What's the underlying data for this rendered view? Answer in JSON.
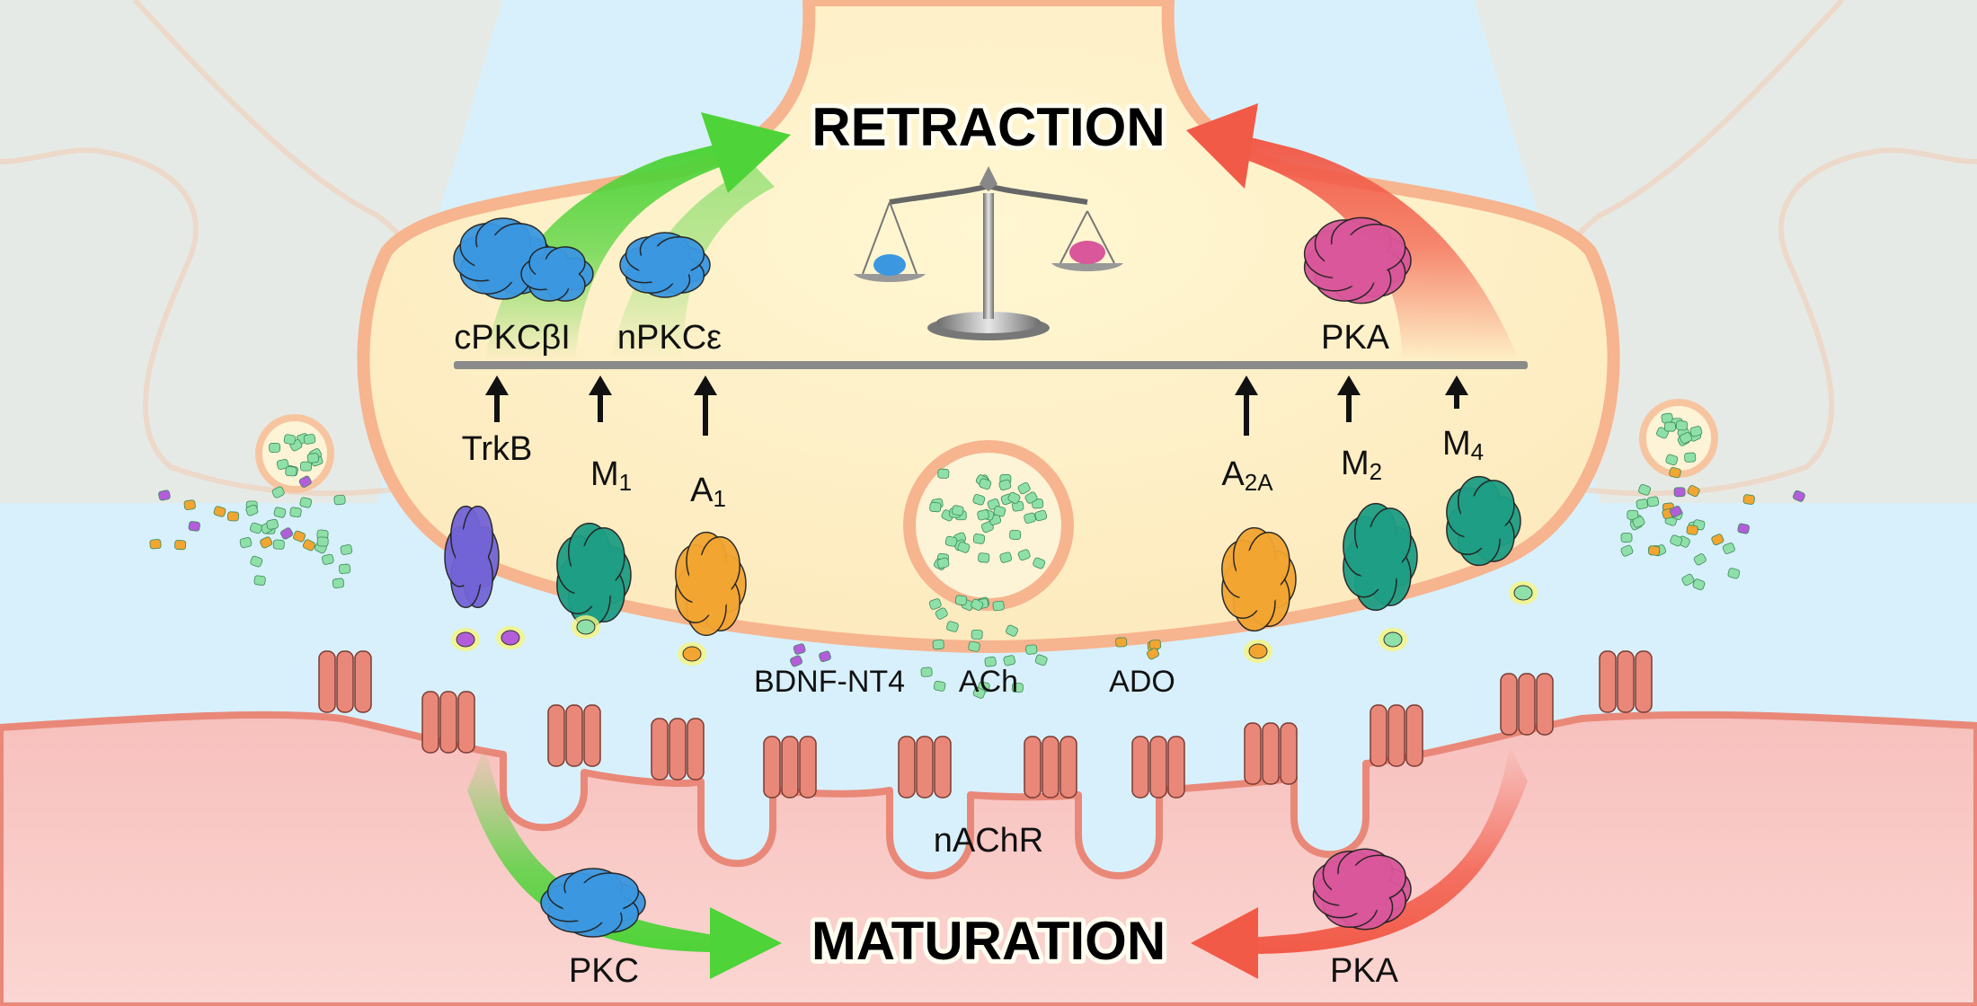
{
  "outcomes": {
    "top": "RETRACTION",
    "bottom": "MATURATION"
  },
  "kinases": {
    "cpkc": "cPKCβI",
    "npkc": "nPKCε",
    "pka_top": "PKA",
    "pkc_bottom": "PKC",
    "pka_bottom": "PKA"
  },
  "receptors": {
    "trkb": "TrkB",
    "m1": {
      "base": "M",
      "sub": "1"
    },
    "a1": {
      "base": "A",
      "sub": "1"
    },
    "a2a": {
      "base": "A",
      "sub": "2A"
    },
    "m2": {
      "base": "M",
      "sub": "2"
    },
    "m4": {
      "base": "M",
      "sub": "4"
    }
  },
  "ligands": {
    "neurotrophin": "BDNF-NT4",
    "acetylcholine": "ACh",
    "adenosine": "ADO"
  },
  "postsynaptic": {
    "receptor": "nAChR"
  },
  "colors": {
    "background": "#d8f0fb",
    "terminal_fill": "#fdefc6",
    "terminal_border": "#f6b48f",
    "muscle": "#f8c6c4",
    "muscle_border": "#e98878",
    "pkc_blue": "#3b97e0",
    "pka_pink": "#d9579a",
    "trkb_purple": "#7264d6",
    "muscarinic_teal": "#1e9e84",
    "adenosine_orange": "#f2a531",
    "ach_green": "#8fe0a8",
    "arrow_green": "#4ed338",
    "arrow_red": "#f25a48",
    "nachr": "#e98878"
  },
  "icons": [
    "balance-scale-icon",
    "vesicle-icon",
    "protein-blob-icon",
    "up-arrow-icon"
  ]
}
